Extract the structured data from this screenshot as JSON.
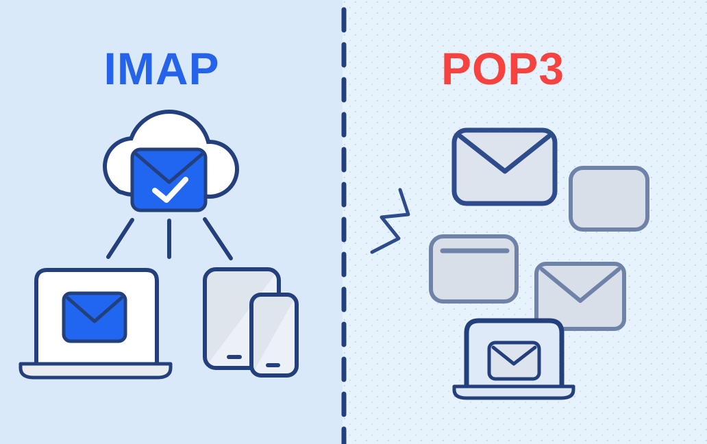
{
  "left_panel": {
    "title": "IMAP",
    "icons": [
      "cloud-icon",
      "synced-envelope-check-icon",
      "sync-lines",
      "laptop-envelope-icon",
      "tablet-icon",
      "phone-icon"
    ]
  },
  "right_panel": {
    "title": "POP3",
    "icons": [
      "zigzag-download-icon",
      "envelope-icon",
      "rounded-card-icon",
      "window-card-icon",
      "envelope-icon",
      "laptop-envelope-icon"
    ]
  },
  "divider": {
    "style": "dashed-vertical"
  },
  "palette": {
    "left_bg": "#d9e9f9",
    "right_bg": "#e6f2fc",
    "imap_blue": "#2563eb",
    "pop3_red": "#f64340",
    "navy": "#24407c",
    "mid_navy": "#2e4c8c",
    "bright_blue": "#2166f0",
    "white": "#ffffff",
    "slate": "#6f82a8",
    "slate_fill": "#d8dfe9",
    "light_slate_fill": "#dde4ee",
    "base_fill": "#e9edf1",
    "screen_blue": "#dfeaf8",
    "rbase_fill": "#dde8f4",
    "device_dark": "#dfe5ed",
    "device_light": "#ecf1f7"
  }
}
